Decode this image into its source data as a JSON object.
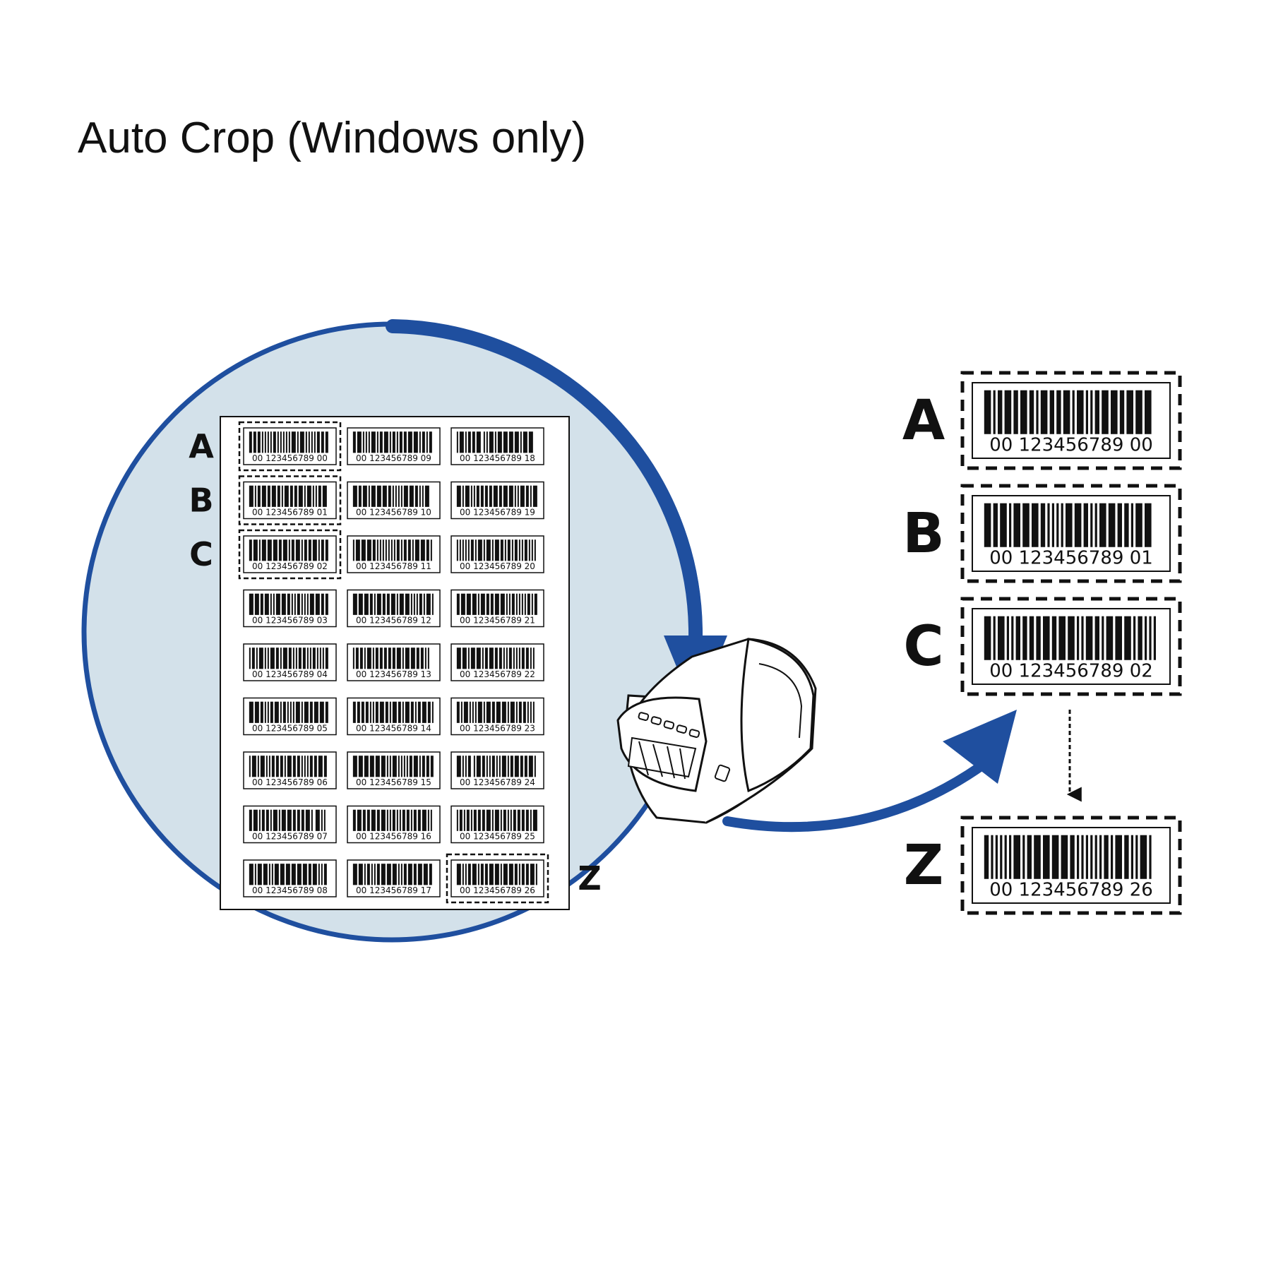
{
  "title": "Auto Crop (Windows only)",
  "colors": {
    "arrow": "#1f4f9f",
    "circle_fill": "#d3e1ea",
    "ink": "#111111"
  },
  "sheet": {
    "columns": 3,
    "labels": [
      "00 123456789 00",
      "00 123456789 01",
      "00 123456789 02",
      "00 123456789 03",
      "00 123456789 04",
      "00 123456789 05",
      "00 123456789 06",
      "00 123456789 07",
      "00 123456789 08",
      "00 123456789 09",
      "00 123456789 10",
      "00 123456789 11",
      "00 123456789 12",
      "00 123456789 13",
      "00 123456789 14",
      "00 123456789 15",
      "00 123456789 16",
      "00 123456789 17",
      "00 123456789 18",
      "00 123456789 19",
      "00 123456789 20",
      "00 123456789 21",
      "00 123456789 22",
      "00 123456789 23",
      "00 123456789 24",
      "00 123456789 25",
      "00 123456789 26"
    ],
    "highlighted": [
      {
        "letter": "A",
        "label": "00 123456789 00"
      },
      {
        "letter": "B",
        "label": "00 123456789 01"
      },
      {
        "letter": "C",
        "label": "00 123456789 02"
      },
      {
        "letter": "Z",
        "label": "00 123456789 26"
      }
    ]
  },
  "output_labels": [
    {
      "letter": "A",
      "label": "00 123456789 00"
    },
    {
      "letter": "B",
      "label": "00 123456789 01"
    },
    {
      "letter": "C",
      "label": "00 123456789 02"
    },
    {
      "letter": "Z",
      "label": "00 123456789 26"
    }
  ],
  "icons": [
    "label-printer-icon",
    "curved-arrow-icon",
    "dotted-down-arrow-icon"
  ]
}
